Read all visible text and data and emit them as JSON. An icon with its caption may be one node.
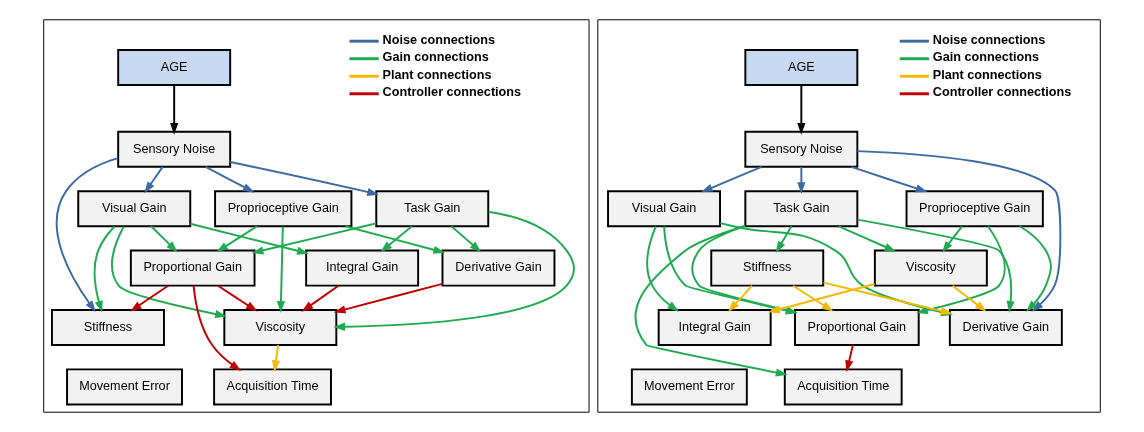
{
  "diagram": {
    "nodes": [
      {
        "text": [],
        "shape": "box"
      },
      {
        "text": [
          "AGE"
        ],
        "in": 0
      },
      {
        "text": [
          "Sensory Noise"
        ],
        "in": 0
      },
      {
        "text": [
          "Task Gain"
        ],
        "in": 0
      },
      {
        "text": [
          "Visual Gain"
        ],
        "in": 0
      },
      {
        "text": [
          "Proprioceptive Gain"
        ],
        "in": 0
      },
      {
        "text": [
          "Derivative Gain"
        ],
        "in": 0
      },
      {
        "text": [
          "Proportional Gain"
        ],
        "in": 0
      },
      {
        "text": [
          "Integral Gain"
        ],
        "in": 0
      },
      {
        "text": [
          "Viscosity"
        ],
        "in": 0
      },
      {
        "text": [
          "Stiffness"
        ],
        "in": 0
      },
      {
        "text": [
          "Acquisition Time"
        ],
        "in": 0
      },
      {
        "text": [
          "Movement Error"
        ],
        "in": 0
      },
      {
        "text": [],
        "shape": "box"
      },
      {
        "text": [
          "AGE"
        ],
        "in": 13
      },
      {
        "text": [
          "Sensory Noise"
        ],
        "in": 13
      },
      {
        "text": [
          "Task Gain"
        ],
        "in": 13
      },
      {
        "text": [
          "Visual Gain"
        ],
        "in": 13
      },
      {
        "text": [
          "Proprioceptive Gain"
        ],
        "in": 13
      },
      {
        "text": [
          "Viscosity"
        ],
        "in": 13
      },
      {
        "text": [
          "Stiffness"
        ],
        "in": 13
      },
      {
        "text": [
          "Derivative Gain"
        ],
        "in": 13
      },
      {
        "text": [
          "Proportional Gain"
        ],
        "in": 13
      },
      {
        "text": [
          "Integral Gain"
        ],
        "in": 13
      },
      {
        "text": [
          "Acquisition Time"
        ],
        "in": 13
      },
      {
        "text": [
          "Movement Error"
        ],
        "in": 13
      }
    ],
    "edges": [
      {
        "from": 1,
        "to": 2,
        "arrow": "to",
        "color": "#000000"
      },
      {
        "from": 2,
        "to": 3,
        "arrow": "to",
        "color": "#3d6aa3"
      },
      {
        "from": 2,
        "to": 4,
        "arrow": "to",
        "color": "#3d6aa3"
      },
      {
        "from": 2,
        "to": 5,
        "arrow": "to",
        "color": "#3d6aa3"
      },
      {
        "from": 2,
        "to": 10,
        "arrow": "to",
        "color": "#3d6aa3"
      },
      {
        "from": 3,
        "to": 9,
        "arrow": "to"
      },
      {
        "from": 3,
        "to": 7,
        "arrow": "to"
      },
      {
        "from": 3,
        "to": 6,
        "arrow": "to"
      },
      {
        "from": 3,
        "to": 8,
        "arrow": "to"
      },
      {
        "from": 4,
        "to": 9,
        "arrow": "to"
      },
      {
        "from": 4,
        "to": 7,
        "arrow": "to"
      },
      {
        "from": 4,
        "to": 8,
        "arrow": "to"
      },
      {
        "from": 4,
        "to": 10,
        "arrow": "to"
      },
      {
        "from": 5,
        "to": 9,
        "arrow": "to"
      },
      {
        "from": 5,
        "to": 7,
        "arrow": "to"
      },
      {
        "from": 5,
        "to": 6,
        "arrow": "to"
      },
      {
        "from": 6,
        "to": 9,
        "arrow": "to",
        "color": "#c00000"
      },
      {
        "from": 7,
        "to": 9,
        "arrow": "to",
        "color": "#c00000"
      },
      {
        "from": 8,
        "to": 9,
        "arrow": "to",
        "color": "#c00000"
      },
      {
        "from": 7,
        "to": 11,
        "arrow": "to",
        "color": "#c00000"
      },
      {
        "from": 7,
        "to": 10,
        "arrow": "to",
        "color": "#c00000"
      },
      {
        "from": 9,
        "to": 11,
        "arrow": "to",
        "color": "#f5b800"
      },
      {
        "from": 14,
        "to": 15,
        "arrow": "to",
        "color": "#000000"
      },
      {
        "from": 15,
        "to": 16,
        "arrow": "to",
        "color": "#3d6aa3"
      },
      {
        "from": 15,
        "to": 17,
        "arrow": "to",
        "color": "#3d6aa3"
      },
      {
        "from": 15,
        "to": 18,
        "arrow": "to",
        "color": "#3d6aa3"
      },
      {
        "from": 15,
        "to": 21,
        "arrow": "to",
        "color": "#3d6aa3"
      },
      {
        "from": 16,
        "to": 24,
        "arrow": "to"
      },
      {
        "from": 16,
        "to": 21,
        "arrow": "to"
      },
      {
        "from": 16,
        "to": 22,
        "arrow": "to"
      },
      {
        "from": 16,
        "to": 19,
        "arrow": "to"
      },
      {
        "from": 16,
        "to": 20,
        "arrow": "to"
      },
      {
        "from": 17,
        "to": 21,
        "arrow": "to"
      },
      {
        "from": 17,
        "to": 22,
        "arrow": "to"
      },
      {
        "from": 17,
        "to": 23,
        "arrow": "to"
      },
      {
        "from": 18,
        "to": 21,
        "arrow": "to"
      },
      {
        "from": 18,
        "to": 22,
        "arrow": "to"
      },
      {
        "from": 18,
        "to": 19,
        "arrow": "to"
      },
      {
        "from": 19,
        "to": 21,
        "arrow": "to",
        "color": "#f5b800"
      },
      {
        "from": 19,
        "to": 23,
        "arrow": "to",
        "color": "#f5b800"
      },
      {
        "from": 20,
        "to": 21,
        "arrow": "to",
        "color": "#f5b800"
      },
      {
        "from": 20,
        "to": 22,
        "arrow": "to",
        "color": "#f5b800"
      },
      {
        "from": 20,
        "to": 23,
        "arrow": "to",
        "color": "#f5b800"
      },
      {
        "from": 22,
        "to": 24,
        "arrow": "to",
        "color": "#c00000"
      }
    ],
    "legend": [
      {
        "text": "Noise connections",
        "color": "#3d6aa3"
      },
      {
        "text": "Gain connections",
        "color": "#1faa4f"
      },
      {
        "text": "Plant connections",
        "color": "#f5b800"
      },
      {
        "text": "Controller connections",
        "color": "#c00000"
      },
      {
        "text": "Noise connections",
        "color": "#3d6aa3"
      },
      {
        "text": "Gain connections",
        "color": "#1faa4f"
      },
      {
        "text": "Plant connections",
        "color": "#f5b800"
      },
      {
        "text": "Controller connections",
        "color": "#c00000"
      }
    ]
  }
}
